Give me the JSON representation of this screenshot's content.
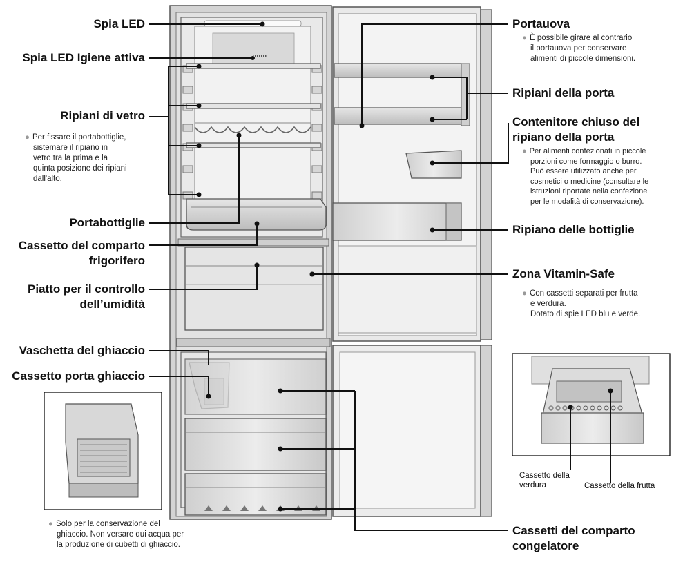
{
  "labels": {
    "spia_led": "Spia LED",
    "spia_igiene": "Spia LED Igiene attiva",
    "ripiani_vetro": "Ripiani di vetro",
    "portabottiglie": "Portabottiglie",
    "cassetto_frigo_1": "Cassetto del comparto",
    "cassetto_frigo_2": "frigorifero",
    "piatto_1": "Piatto per il controllo",
    "piatto_2": "dell’umidità",
    "vaschetta": "Vaschetta del ghiaccio",
    "cassetto_ghiaccio": "Cassetto porta ghiaccio",
    "portauova": "Portauova",
    "ripiani_porta": "Ripiani della porta",
    "contenitore_1": "Contenitore chiuso del",
    "contenitore_2": "ripiano della porta",
    "ripiano_bottiglie": "Ripiano delle bottiglie",
    "zona_vitamin": "Zona Vitamin-Safe",
    "cassetti_cong_1": "Cassetti del comparto",
    "cassetti_cong_2": "congelatore"
  },
  "notes": {
    "ripiani_vetro": [
      "Per fissare il portabottiglie,",
      "sistemare il ripiano in",
      "vetro tra la prima e la",
      "quinta posizione dei ripiani",
      "dall'alto."
    ],
    "portauova": [
      "È possibile girare al contrario",
      "il portauova per conservare",
      "alimenti di piccole dimensioni."
    ],
    "contenitore": [
      "Per alimenti confezionati in piccole",
      "porzioni come formaggio o burro.",
      "Può essere utilizzato anche per",
      "cosmetici o medicine (consultare le",
      "istruzioni riportate nella confezione",
      "per le modalità di conservazione)."
    ],
    "vitamin": [
      "Con cassetti separati per frutta",
      "e verdura.",
      "Dotato di spie LED blu e verde."
    ],
    "ghiaccio": [
      "Solo per la conservazione del",
      "ghiaccio. Non versare qui acqua per",
      "la produzione di cubetti di ghiaccio."
    ]
  },
  "inset": {
    "verdura_1": "Cassetto della",
    "verdura_2": "verdura",
    "frutta": "Cassetto della frutta"
  },
  "colors": {
    "line": "#111111",
    "frame": "#555555",
    "fill": "#dcdcdc"
  }
}
